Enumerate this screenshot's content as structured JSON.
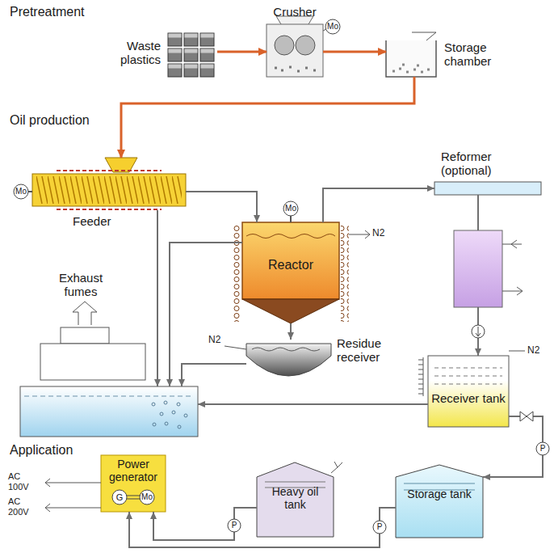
{
  "diagram": {
    "nodes": [
      {
        "text": [
          "Waste plastics"
        ]
      },
      {
        "text": [
          "Crusher"
        ]
      },
      {
        "text": [
          "Storage chamber"
        ]
      },
      {
        "text": [
          "Feeder"
        ]
      },
      {
        "text": [
          "Reformer (optional)"
        ]
      },
      {
        "text": [
          "Reactor"
        ]
      },
      {
        "text": [
          "Residue receiver"
        ]
      },
      {
        "text": [
          "Exhaust fumes"
        ]
      },
      {
        "text": [
          "Receiver tank"
        ]
      },
      {
        "text": [
          "Power generator"
        ]
      },
      {
        "text": [
          "Heavy oil tank"
        ]
      },
      {
        "text": [
          "Storage tank"
        ]
      }
    ],
    "edges": [
      {
        "from": 0,
        "to": 1,
        "arrow": "to"
      },
      {
        "from": 1,
        "to": 2,
        "arrow": "to"
      },
      {
        "from": 2,
        "to": 3,
        "arrow": "to"
      },
      {
        "from": 3,
        "to": 5,
        "arrow": "to"
      },
      {
        "from": 5,
        "to": 4,
        "arrow": "to"
      },
      {
        "from": 4,
        "to": 8,
        "arrow": "to"
      },
      {
        "from": 5,
        "to": 6,
        "arrow": "to"
      },
      {
        "from": 3,
        "to": 7,
        "arrow": "to"
      },
      {
        "from": 5,
        "to": 7,
        "arrow": "to"
      },
      {
        "from": 6,
        "to": 7,
        "arrow": "to"
      },
      {
        "from": 8,
        "to": 7,
        "arrow": "to"
      },
      {
        "from": 8,
        "to": 11,
        "arrow": "to"
      },
      {
        "from": 11,
        "to": 9,
        "arrow": "to"
      },
      {
        "from": 10,
        "to": 9,
        "arrow": "to"
      }
    ],
    "labels": [
      "Pretreatment",
      "Mo",
      "Oil production",
      "Mo",
      "Mo",
      "N2",
      "N2",
      "N2",
      "Application",
      "AC 100V",
      "AC 200V",
      "G",
      "Mo",
      "P",
      "P",
      "P"
    ]
  }
}
